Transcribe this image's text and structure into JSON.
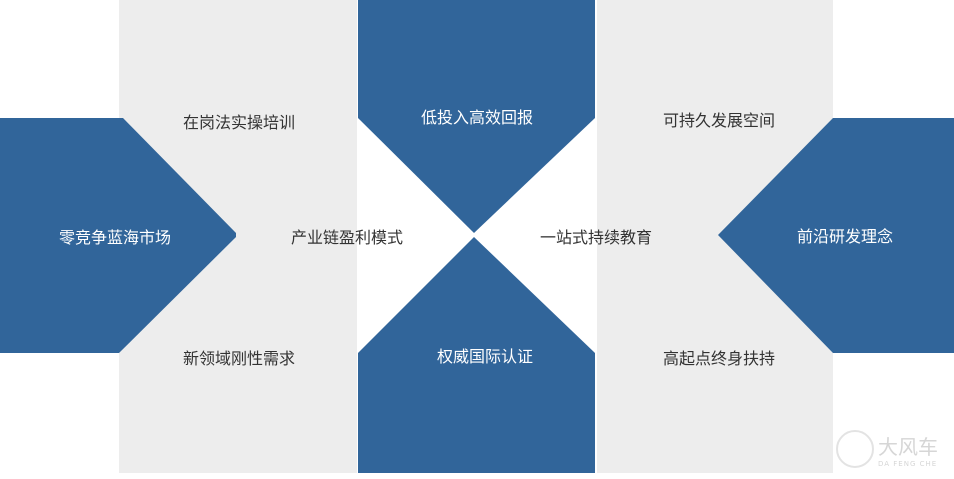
{
  "colors": {
    "blue": "#31659a",
    "gray": "#ededed"
  },
  "labels": {
    "left_blue": "零竞争蓝海市场",
    "top_left": "在岗法实操培训",
    "center_left": "产业链盈利模式",
    "bottom_left": "新领域刚性需求",
    "top_mid": "低投入高效回报",
    "bottom_mid": "权威国际认证",
    "top_right": "可持久发展空间",
    "center_right": "一站式持续教育",
    "bottom_right": "高起点终身扶持",
    "right_blue": "前沿研发理念"
  },
  "watermark": {
    "text": "大风车",
    "sub": "DA FENG CHE"
  }
}
